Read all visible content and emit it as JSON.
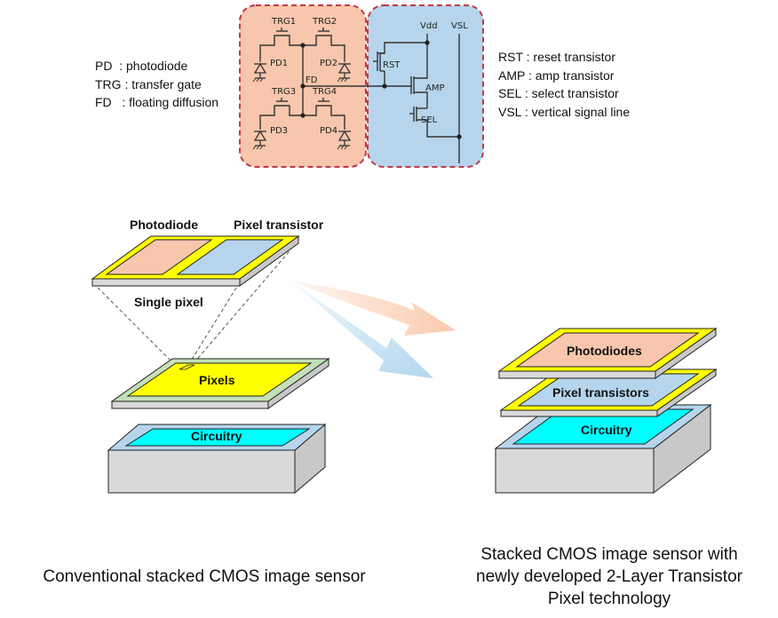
{
  "legend_left": [
    {
      "abbr": "PD",
      "sep": "  : ",
      "desc": "photodiode"
    },
    {
      "abbr": "TRG",
      "sep": " : ",
      "desc": "transfer gate"
    },
    {
      "abbr": "FD",
      "sep": "   : ",
      "desc": "floating diffusion"
    }
  ],
  "legend_right": [
    {
      "abbr": "RST",
      "sep": " : ",
      "desc": "reset transistor"
    },
    {
      "abbr": "AMP",
      "sep": " : ",
      "desc": "amp transistor"
    },
    {
      "abbr": "SEL",
      "sep": " : ",
      "desc": "select transistor"
    },
    {
      "abbr": "VSL",
      "sep": " : ",
      "desc": "vertical signal line"
    }
  ],
  "circuit": {
    "photodiode_block": {
      "gates": [
        "TRG1",
        "TRG2",
        "TRG3",
        "TRG4"
      ],
      "photodiodes": [
        "PD1",
        "PD2",
        "PD3",
        "PD4"
      ],
      "node": "FD"
    },
    "transistor_block": {
      "transistors": [
        "RST",
        "AMP",
        "SEL"
      ],
      "supply": "Vdd",
      "signal_line": "VSL"
    }
  },
  "single_pixel": {
    "left_label": "Photodiode",
    "right_label": "Pixel transistor",
    "caption": "Single pixel"
  },
  "conventional": {
    "top_layer": "Pixels",
    "bottom_layer": "Circuitry",
    "caption": "Conventional stacked CMOS image sensor"
  },
  "new_tech": {
    "layer1": "Photodiodes",
    "layer2": "Pixel transistors",
    "layer3": "Circuitry",
    "caption_lines": [
      "Stacked CMOS image sensor with",
      "newly developed 2-Layer Transistor",
      "Pixel technology"
    ]
  },
  "colors": {
    "photodiode_fill": "#f8c6ac",
    "transistor_fill": "#b6d5ec",
    "yellow": "#ffff00",
    "cyan": "#00ffff",
    "gray": "#d9d9d9",
    "dashed_border": "#c0394a",
    "arrow_orange": "#f9c9ad",
    "arrow_blue": "#b3d6ee"
  }
}
